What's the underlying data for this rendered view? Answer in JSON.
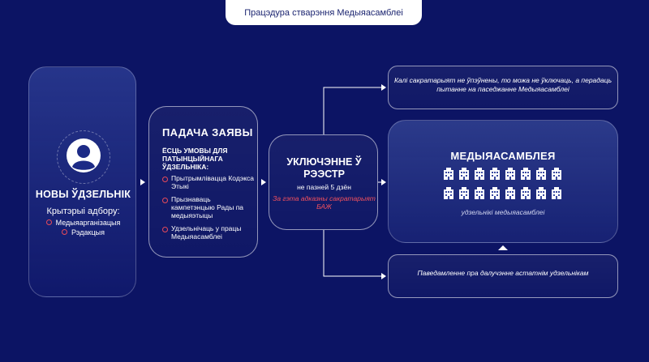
{
  "header": {
    "title": "Працэдура стварэння Медыяасамблеі"
  },
  "member": {
    "title": "НОВЫ ЎДЗЕЛЬНІК",
    "criteria_label": "Крытэрыі адбору:",
    "criteria": [
      "Медыяарганізацыя",
      "Рэдакцыя"
    ],
    "avatar_icon": "user-avatar-icon"
  },
  "application": {
    "title": "ПАДАЧА ЗАЯВЫ",
    "conditions": "ЁСЦЬ УМОВЫ ДЛЯ ПАТЫНЦЫЙНАГА ЎДЗЕЛЬНІКА:",
    "items": [
      "Прытрымлівацца Кодэкса Этыкі",
      "Прызнаваць кампетэнцыю Рады па медыяэтыцы",
      "Удзельнічаць у працы Медыяасамблеі"
    ]
  },
  "register": {
    "title": "УКЛЮЧЭННЕ Ў РЭЭСТР",
    "time": "не пазней 5 дзён",
    "note": "За гэта адказны сакратарыят БАЖ"
  },
  "top_box": {
    "text": "Калі сакратарыят не ўпэўнены, то можа не ўключаць, а перадаць пытанне на паседжанне Медыяасамблеі"
  },
  "assembly": {
    "title": "МЕДЫЯАСАМБЛЕЯ",
    "subtitle": "удзельнікі медыяасамблеі",
    "building_icon": "building-icon"
  },
  "bottom_box": {
    "text": "Паведамленне пра далучэнне астатнім удзельнікам"
  },
  "colors": {
    "background": "#0c1464",
    "accent_red": "#e84a5a",
    "pill_text": "#1b2470"
  }
}
